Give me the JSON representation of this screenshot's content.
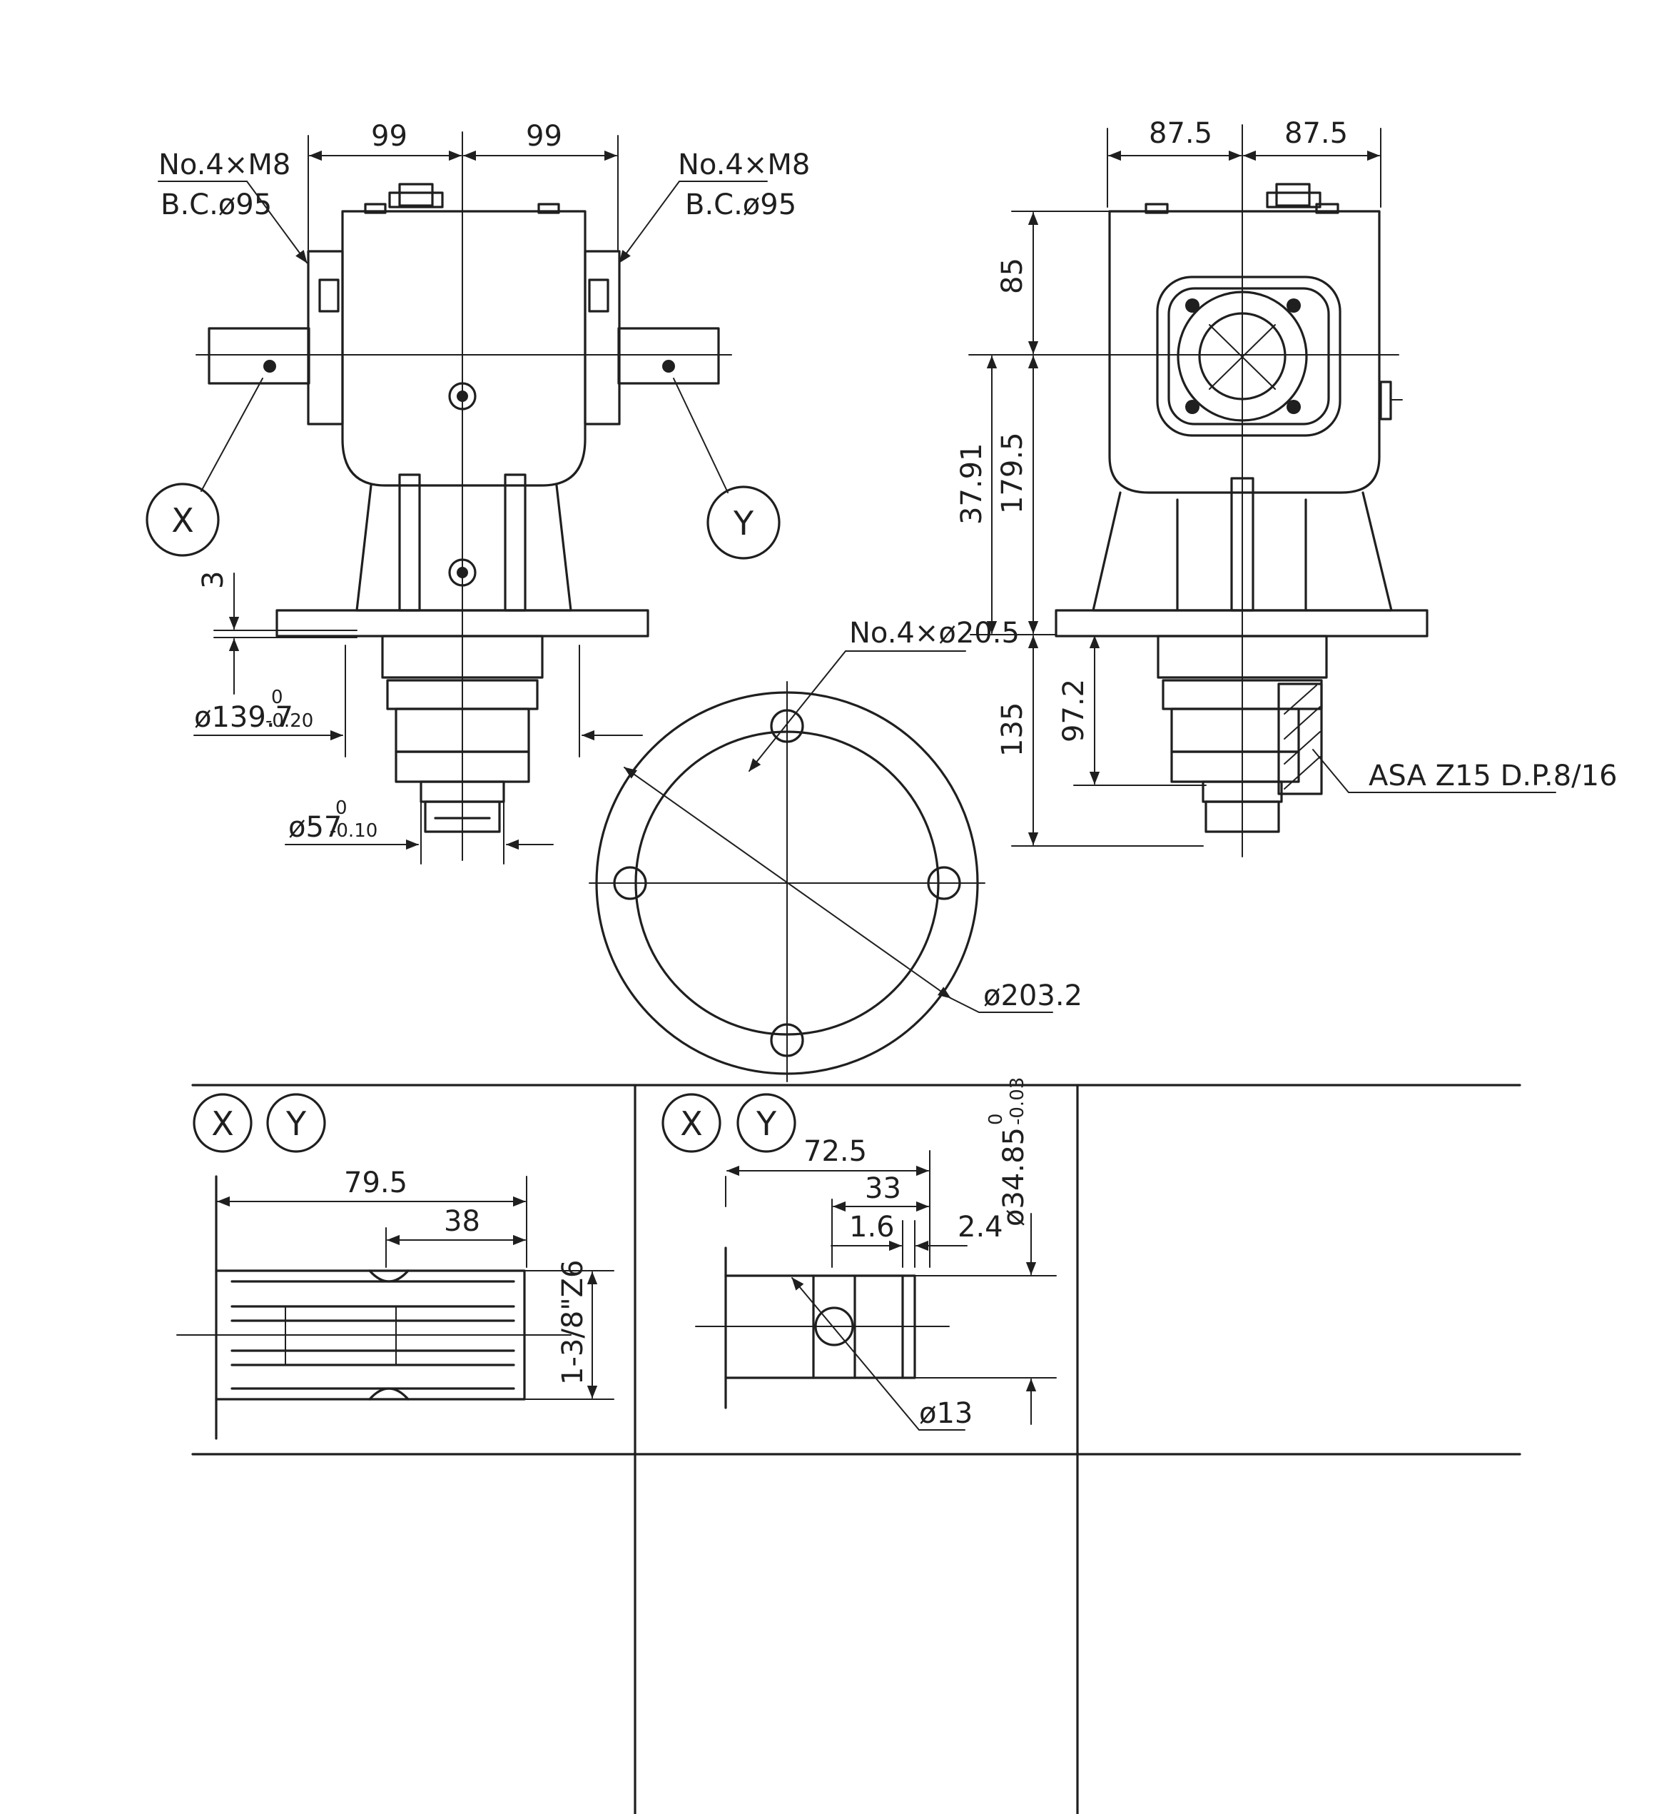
{
  "front": {
    "dim_left": "99",
    "dim_right": "99",
    "bolt_left_1": "No.4×M8",
    "bolt_left_2": "B.C.ø95",
    "bolt_right_1": "No.4×M8",
    "bolt_right_2": "B.C.ø95",
    "shaft_x_label": "X",
    "shaft_y_label": "Y",
    "dim_gap": "3",
    "dim_pilot": "ø139.7",
    "dim_pilot_tol_upper": "0",
    "dim_pilot_tol_lower": "-0.20",
    "dim_hub": "ø57",
    "dim_hub_tol_upper": "0",
    "dim_hub_tol_lower": "-0.10"
  },
  "side": {
    "dim_top_left": "87.5",
    "dim_top_right": "87.5",
    "dim_85": "85",
    "dim_3791": "37.91",
    "dim_1795": "179.5",
    "dim_135": "135",
    "dim_972": "97.2",
    "spline_note": "ASA Z15 D.P.8/16"
  },
  "flange": {
    "holes_note": "No.4×ø20.5",
    "diameter": "ø203.2"
  },
  "detail_a": {
    "tag_x": "X",
    "tag_y": "Y",
    "dim_795": "79.5",
    "dim_38": "38",
    "spline": "1-3/8\"Z6"
  },
  "detail_b": {
    "tag_x": "X",
    "tag_y": "Y",
    "dim_725": "72.5",
    "dim_33": "33",
    "dim_16": "1.6",
    "dim_24": "2.4",
    "dim_dia": "ø34.85",
    "dim_dia_tol_upper": "0",
    "dim_dia_tol_lower": "-0.03",
    "dim_hole": "ø13"
  }
}
